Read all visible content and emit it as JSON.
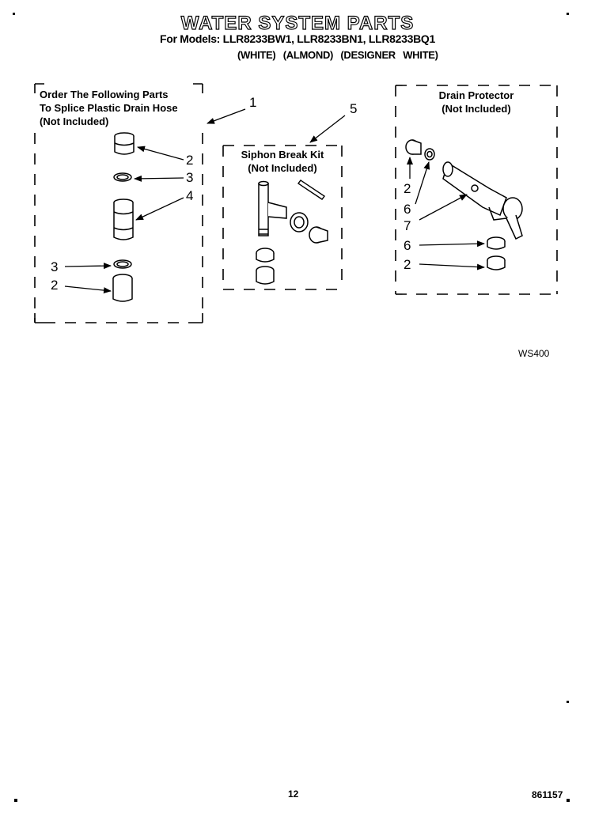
{
  "header": {
    "title": "WATER SYSTEM PARTS",
    "models_line": "For Models: LLR8233BW1, LLR8233BN1, LLR8233BQ1",
    "colors_line": "(WHITE) (ALMOND) (DESIGNER WHITE)"
  },
  "splice_box": {
    "label_line1": "Order The Following Parts",
    "label_line2": "To Splice Plastic Drain Hose",
    "label_line3": "(Not Included)"
  },
  "siphon_box": {
    "label_line1": "Siphon Break Kit",
    "label_line2": "(Not Included)"
  },
  "drain_box": {
    "label_line1": "Drain Protector",
    "label_line2": "(Not Included)"
  },
  "callouts": {
    "c1": "1",
    "c2a": "2",
    "c3a": "3",
    "c4": "4",
    "c3b": "3",
    "c2b": "2",
    "c5": "5",
    "c2c": "2",
    "c6a": "6",
    "c7": "7",
    "c6b": "6",
    "c2d": "2"
  },
  "diagram_code": "WS400",
  "footer": {
    "page_number": "12",
    "doc_number": "861157"
  }
}
